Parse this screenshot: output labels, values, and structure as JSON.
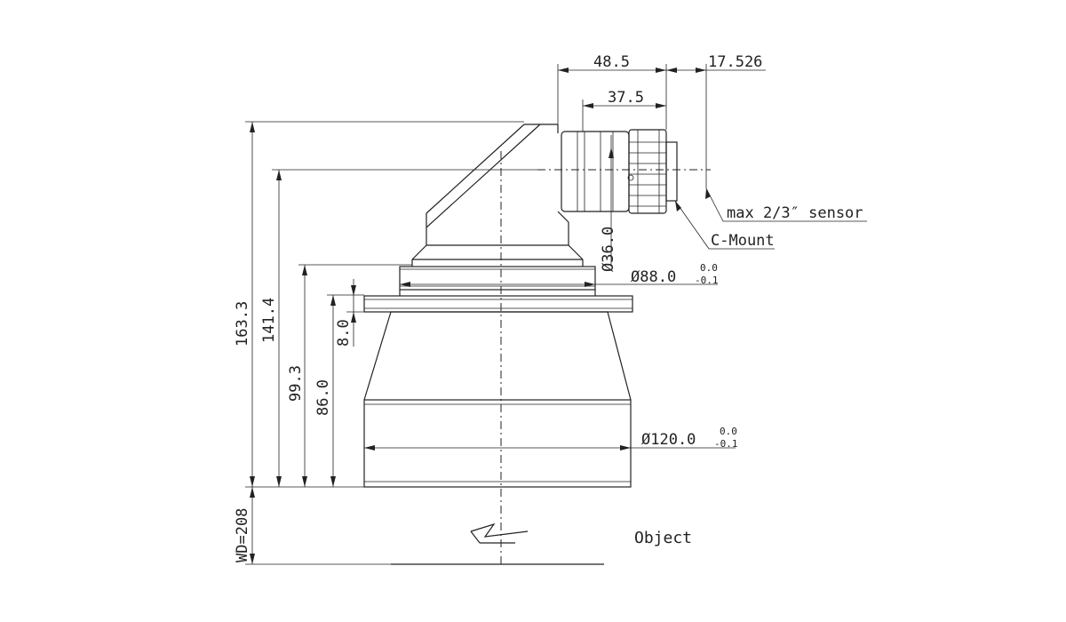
{
  "dimensions": {
    "d1": "163.3",
    "d2": "141.4",
    "d3": "99.3",
    "d4": "86.0",
    "d5": "8.0",
    "wd": "WD=208",
    "top1": "48.5",
    "top2": "37.5",
    "top3": "17.526",
    "dia36": "Ø36.0",
    "dia88": "Ø88.0",
    "dia88_tol_upper": "0.0",
    "dia88_tol_lower": "-0.1",
    "dia120": "Ø120.0",
    "dia120_tol_upper": "0.0",
    "dia120_tol_lower": "-0.1"
  },
  "labels": {
    "sensor": "max 2/3″ sensor",
    "mount": "C-Mount",
    "object": "Object"
  }
}
